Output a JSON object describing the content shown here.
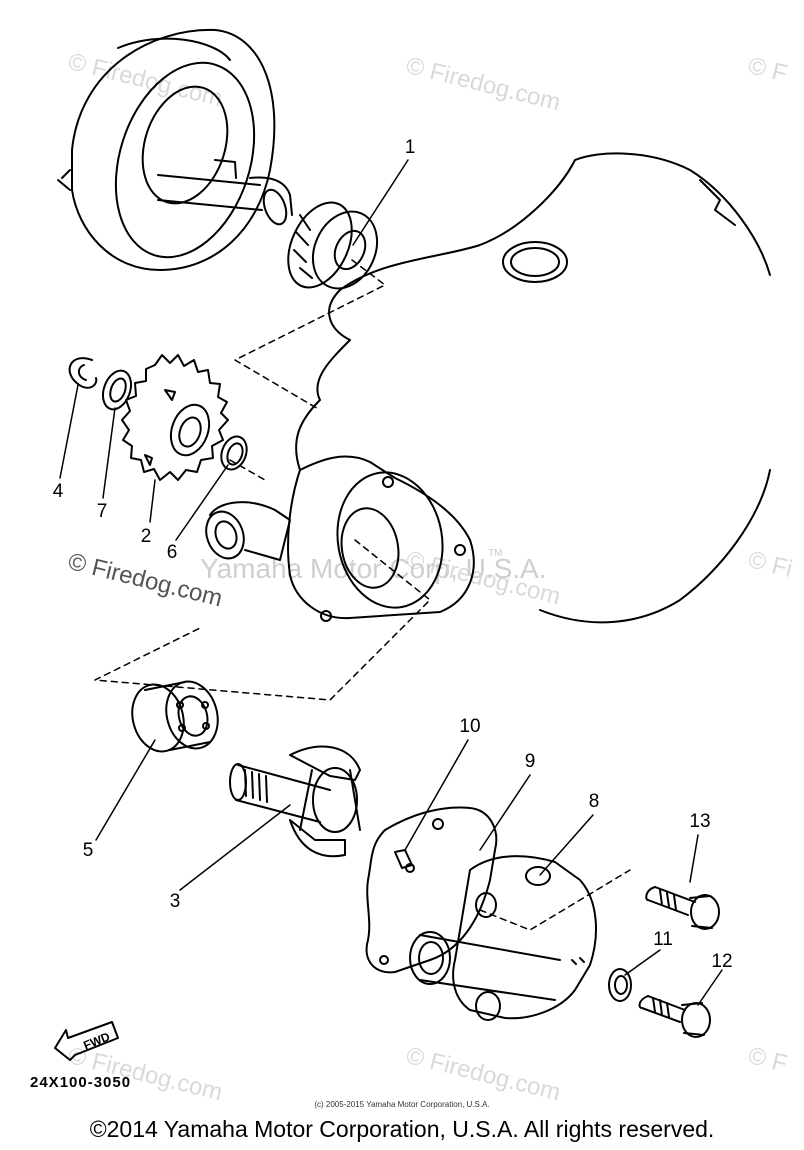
{
  "watermark": {
    "site": "© Firedog.com",
    "site_short": "Firedog.com",
    "fragment_top_right": "© F",
    "fragment_mid_right": "© Fi",
    "company": "Yamaha Motor Corp, U.S.A.",
    "tm": "TM"
  },
  "callouts": {
    "c1": "1",
    "c2": "2",
    "c3": "3",
    "c4": "4",
    "c5": "5",
    "c6": "6",
    "c7": "7",
    "c8": "8",
    "c9": "9",
    "c10": "10",
    "c11": "11",
    "c12": "12",
    "c13": "13"
  },
  "fwd_label": "FWD",
  "diagram_code": "24X100-3050",
  "small_copyright": "(c) 2005-2015 Yamaha Motor Corporation, U.S.A.",
  "footer_copyright": "©2014 Yamaha Motor Corporation, U.S.A. All rights reserved."
}
